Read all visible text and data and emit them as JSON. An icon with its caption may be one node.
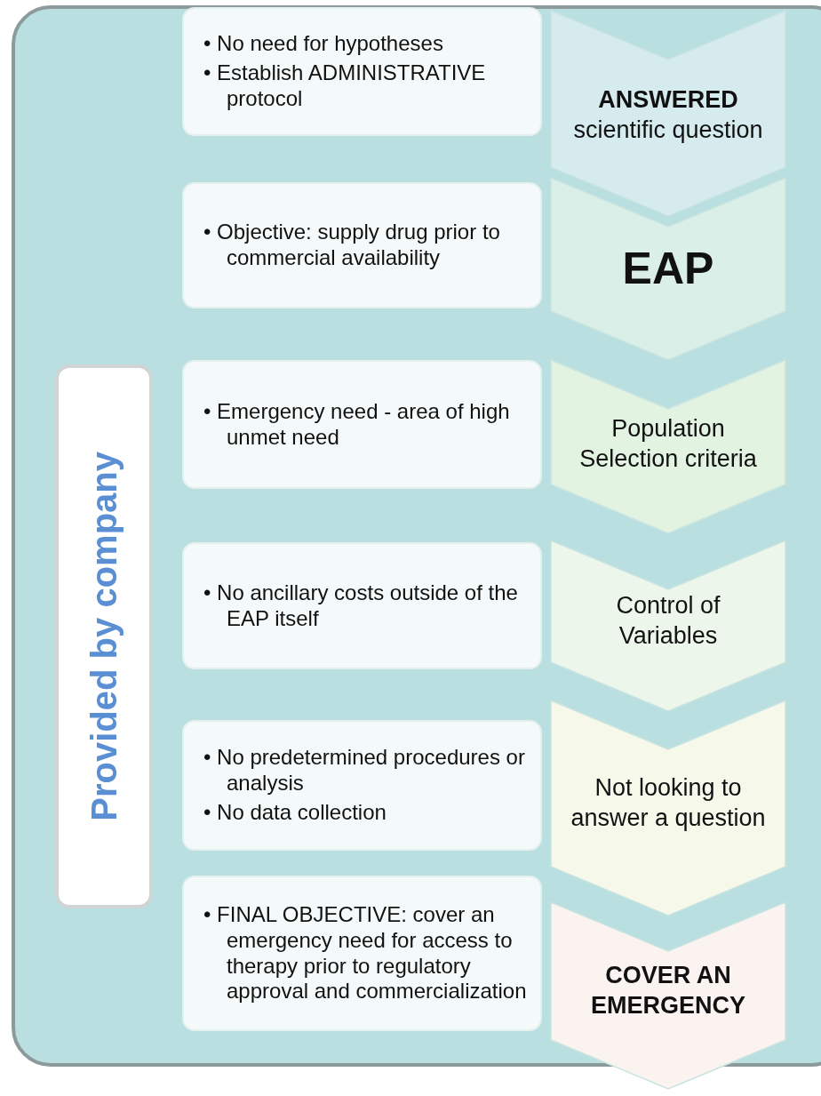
{
  "diagram": {
    "nodes": [
      {
        "text": [
          "• No need for hypotheses",
          "• Establish ADMINISTRATIVE protocol"
        ]
      },
      {
        "text": [
          "**ANSWERED** scientific question"
        ]
      },
      {
        "text": [
          "• Objective: supply drug prior to commercial availability"
        ]
      },
      {
        "text": [
          "EAP"
        ]
      },
      {
        "text": [
          "• Emergency need  - area of high unmet need"
        ]
      },
      {
        "text": [
          "Population Selection criteria"
        ]
      },
      {
        "text": [
          "• No ancillary costs outside of the EAP itself"
        ]
      },
      {
        "text": [
          "Control of Variables"
        ]
      },
      {
        "text": [
          "• No predetermined procedures or analysis",
          "• No data collection"
        ]
      },
      {
        "text": [
          "Not looking to answer a question"
        ]
      },
      {
        "text": [
          "• FINAL OBJECTIVE: cover an emergency need for access to therapy prior to regulatory approval and commercialization"
        ]
      },
      {
        "text": [
          "COVER AN EMERGENCY"
        ]
      },
      {
        "text": [
          "Provided by company"
        ]
      }
    ]
  }
}
